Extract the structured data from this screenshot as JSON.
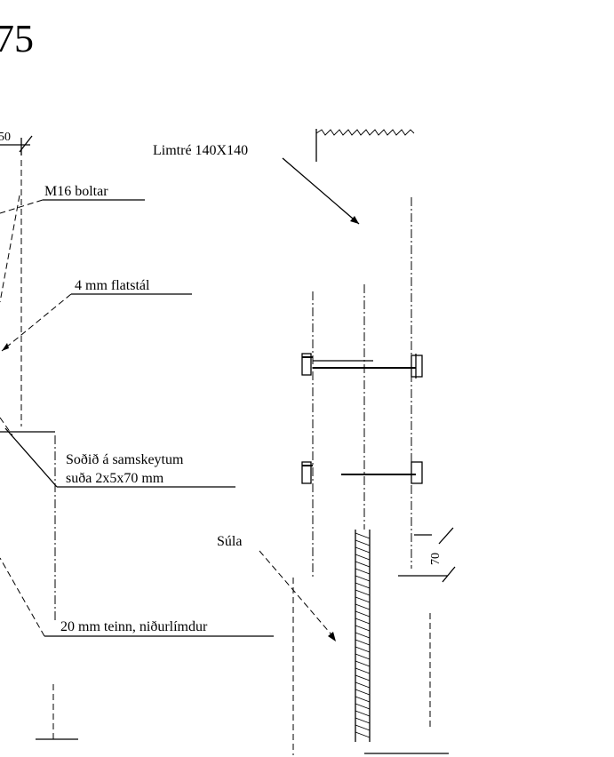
{
  "title_fragment": "75",
  "dimensions": {
    "top_left": "50",
    "right_side": "70"
  },
  "labels": {
    "limtre": "Limtré 140X140",
    "m16_boltar": "M16 boltar",
    "flatstal": "4 mm flatstál",
    "sodid_line1": "Soðið á samskeytum",
    "sodid_line2": "suða 2x5x70 mm",
    "sula": "Súla",
    "teinn": "20 mm teinn, niðurlímdur"
  }
}
